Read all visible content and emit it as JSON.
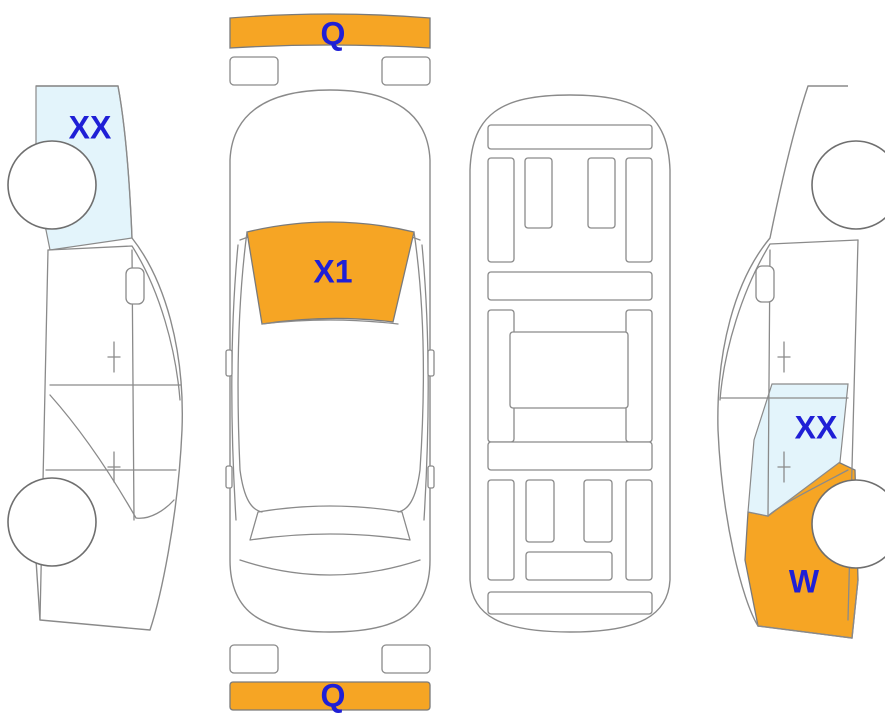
{
  "colors": {
    "damage_orange": "#f6a524",
    "repaint_blue": "#e3f4fb",
    "label_blue": "#1f1fd6",
    "outline": "#8a8a8a"
  },
  "labels": {
    "front_bumper": "Q",
    "rear_bumper": "Q",
    "hood": "X1",
    "left_front_fender": "XX",
    "right_rear_door": "XX",
    "right_rear_quarter": "W"
  }
}
